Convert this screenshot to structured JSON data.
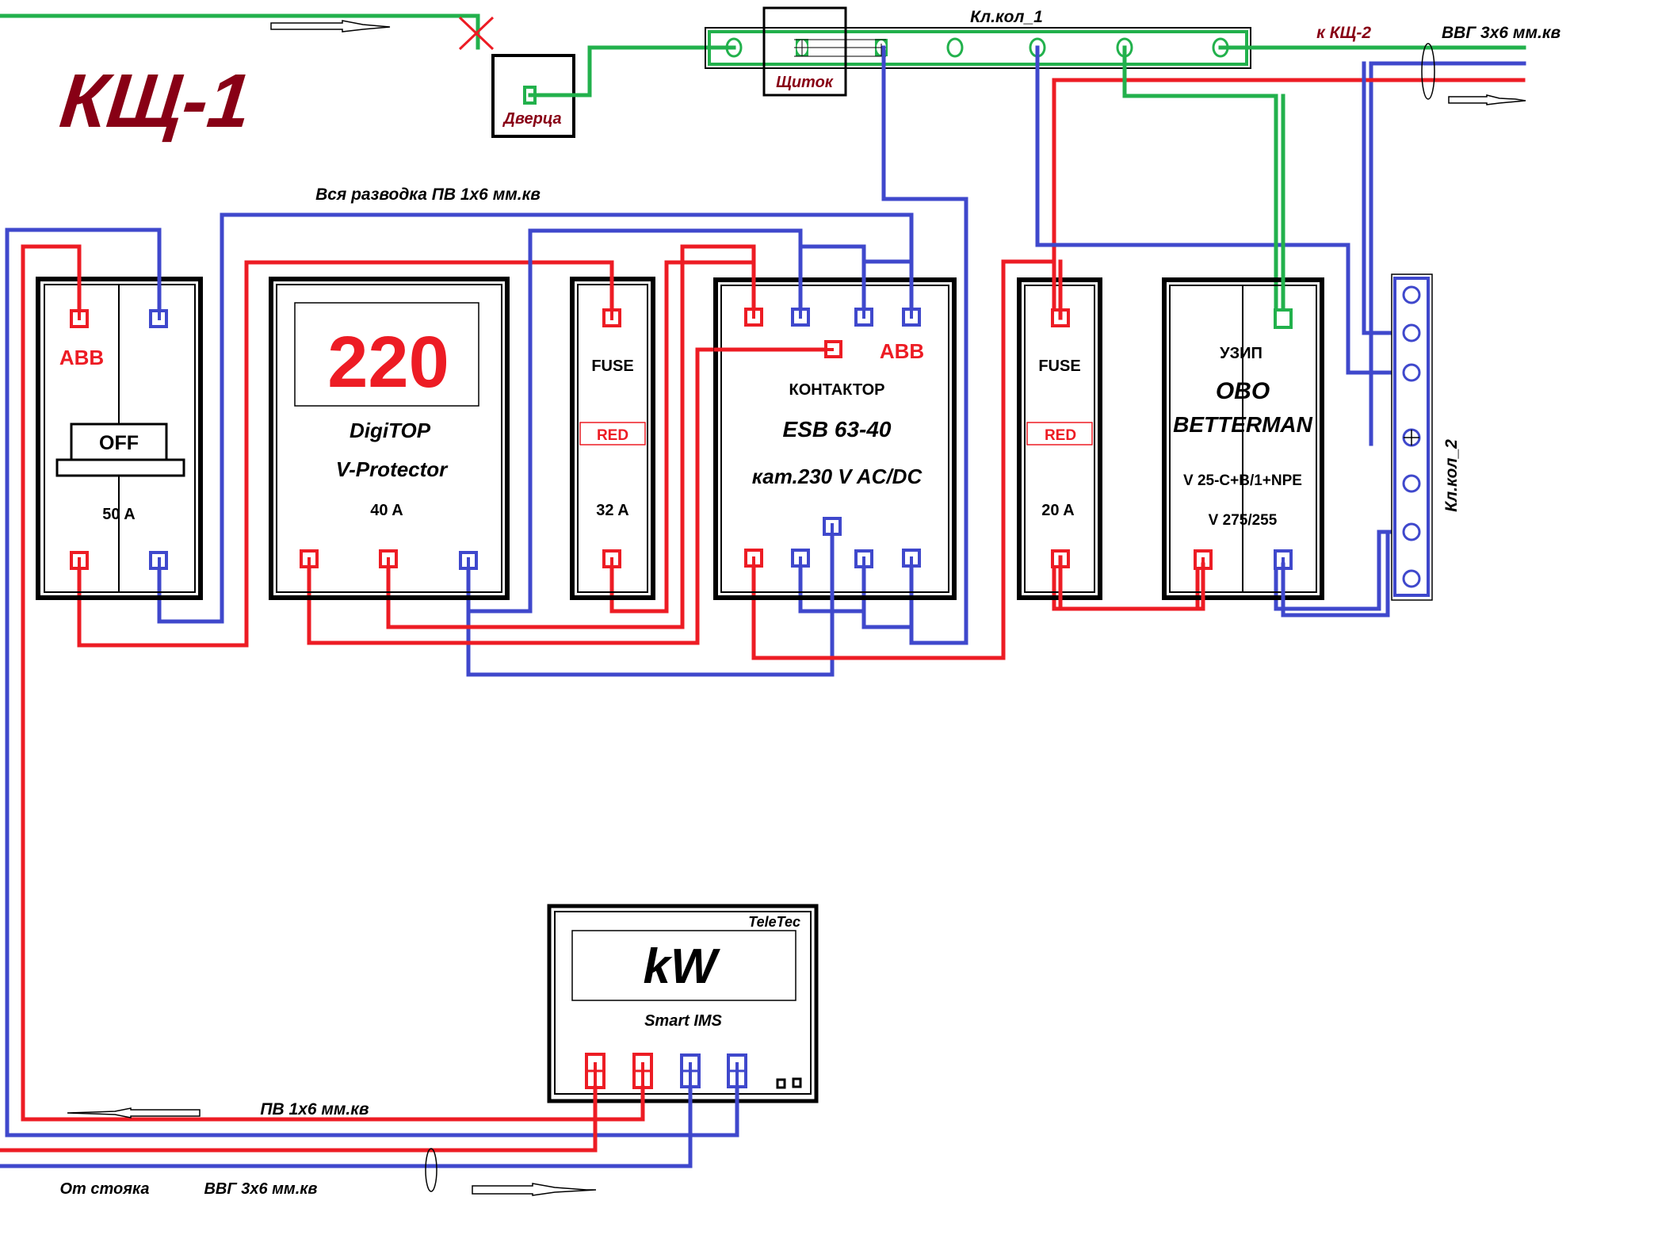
{
  "title": "КЩ-1",
  "colors": {
    "phase": "#ed1c24",
    "neutral": "#3f48cc",
    "ground": "#22b14c",
    "title": "#880015"
  },
  "labels": {
    "wiring_note": "Вся разводка ПВ 1х6 мм.кв",
    "door": "Дверца",
    "panel": "Щиток",
    "bus1": "Кл.кол_1",
    "bus2": "Кл.кол_2",
    "to_panel2": "к КЩ-2",
    "outgoing_cable": "ВВГ 3х6 мм.кв",
    "meter_wire": "ПВ 1х6 мм.кв",
    "from_riser": "От стояка",
    "incoming_cable": "ВВГ 3х6 мм.кв"
  },
  "components": {
    "breaker": {
      "brand": "ABB",
      "state": "OFF",
      "rating": "50 A"
    },
    "voltage_relay": {
      "display": "220",
      "name": "DigiTOP",
      "model": "V-Protector",
      "rating": "40 A"
    },
    "fuse1": {
      "label": "FUSE",
      "indicator": "RED",
      "rating": "32 A"
    },
    "contactor": {
      "brand": "ABB",
      "type": "КОНТАКТОР",
      "model": "ESB 63-40",
      "coil": "кат.230 V AC/DC"
    },
    "fuse2": {
      "label": "FUSE",
      "indicator": "RED",
      "rating": "20 A"
    },
    "spd": {
      "type": "УЗИП",
      "brand1": "OBO",
      "brand2": "BETTERMAN",
      "model": "V 25-C+B/1+NPE",
      "voltage": "V 275/255"
    },
    "meter": {
      "brand": "TeleTec",
      "display": "kW",
      "model": "Smart IMS"
    }
  }
}
